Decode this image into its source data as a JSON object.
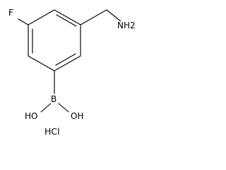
{
  "structure": {
    "atoms": {
      "fluorine": "F",
      "amine": "NH2",
      "boron": "B",
      "hydroxyl_left": "HO",
      "hydroxyl_right": "OH"
    },
    "salt": "HCl"
  }
}
